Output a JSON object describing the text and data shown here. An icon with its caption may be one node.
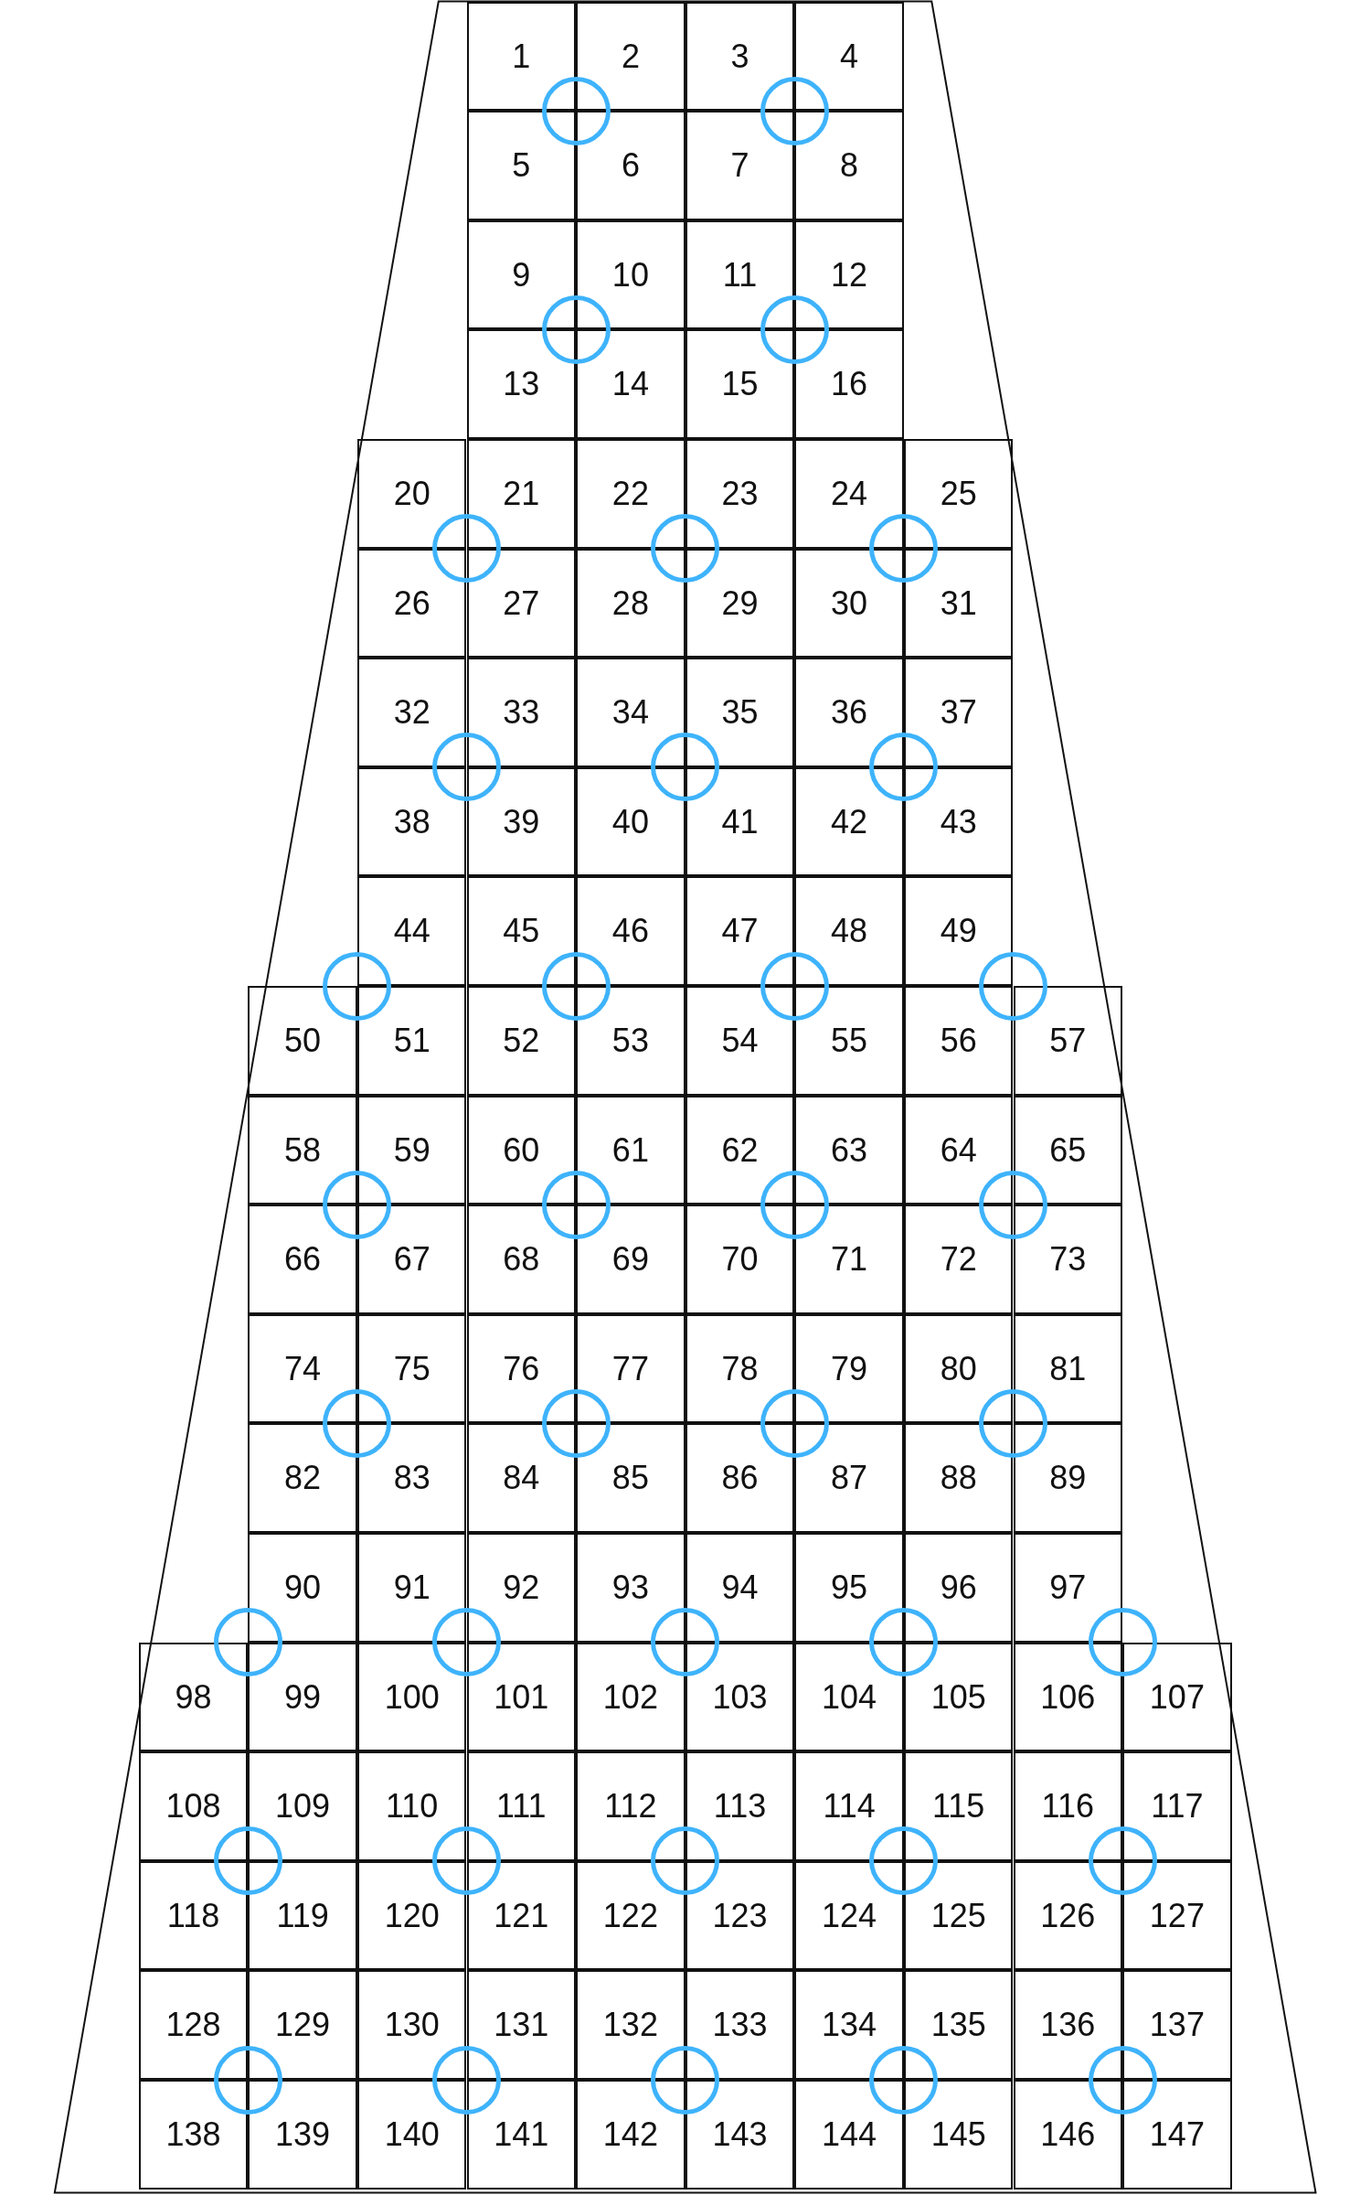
{
  "diagram": {
    "nodes": [
      {
        "text": [
          "1"
        ]
      },
      {
        "text": [
          "2"
        ]
      },
      {
        "text": [
          "3"
        ]
      },
      {
        "text": [
          "4"
        ]
      },
      {
        "text": [
          "5"
        ]
      },
      {
        "text": [
          "6"
        ]
      },
      {
        "text": [
          "7"
        ]
      },
      {
        "text": [
          "8"
        ]
      },
      {
        "text": [
          "9"
        ]
      },
      {
        "text": [
          "10"
        ]
      },
      {
        "text": [
          "11"
        ]
      },
      {
        "text": [
          "12"
        ]
      },
      {
        "text": [
          "13"
        ]
      },
      {
        "text": [
          "14"
        ]
      },
      {
        "text": [
          "15"
        ]
      },
      {
        "text": [
          "16"
        ]
      },
      {
        "text": [
          "20"
        ]
      },
      {
        "text": [
          "21"
        ]
      },
      {
        "text": [
          "22"
        ]
      },
      {
        "text": [
          "23"
        ]
      },
      {
        "text": [
          "24"
        ]
      },
      {
        "text": [
          "25"
        ]
      },
      {
        "text": [
          "26"
        ]
      },
      {
        "text": [
          "27"
        ]
      },
      {
        "text": [
          "28"
        ]
      },
      {
        "text": [
          "29"
        ]
      },
      {
        "text": [
          "30"
        ]
      },
      {
        "text": [
          "31"
        ]
      },
      {
        "text": [
          "32"
        ]
      },
      {
        "text": [
          "33"
        ]
      },
      {
        "text": [
          "34"
        ]
      },
      {
        "text": [
          "35"
        ]
      },
      {
        "text": [
          "36"
        ]
      },
      {
        "text": [
          "37"
        ]
      },
      {
        "text": [
          "38"
        ]
      },
      {
        "text": [
          "39"
        ]
      },
      {
        "text": [
          "40"
        ]
      },
      {
        "text": [
          "41"
        ]
      },
      {
        "text": [
          "42"
        ]
      },
      {
        "text": [
          "43"
        ]
      },
      {
        "text": [
          "44"
        ]
      },
      {
        "text": [
          "45"
        ]
      },
      {
        "text": [
          "46"
        ]
      },
      {
        "text": [
          "47"
        ]
      },
      {
        "text": [
          "48"
        ]
      },
      {
        "text": [
          "49"
        ]
      },
      {
        "text": [
          "50"
        ]
      },
      {
        "text": [
          "51"
        ]
      },
      {
        "text": [
          "52"
        ]
      },
      {
        "text": [
          "53"
        ]
      },
      {
        "text": [
          "54"
        ]
      },
      {
        "text": [
          "55"
        ]
      },
      {
        "text": [
          "56"
        ]
      },
      {
        "text": [
          "57"
        ]
      },
      {
        "text": [
          "58"
        ]
      },
      {
        "text": [
          "59"
        ]
      },
      {
        "text": [
          "60"
        ]
      },
      {
        "text": [
          "61"
        ]
      },
      {
        "text": [
          "62"
        ]
      },
      {
        "text": [
          "63"
        ]
      },
      {
        "text": [
          "64"
        ]
      },
      {
        "text": [
          "65"
        ]
      },
      {
        "text": [
          "66"
        ]
      },
      {
        "text": [
          "67"
        ]
      },
      {
        "text": [
          "68"
        ]
      },
      {
        "text": [
          "69"
        ]
      },
      {
        "text": [
          "70"
        ]
      },
      {
        "text": [
          "71"
        ]
      },
      {
        "text": [
          "72"
        ]
      },
      {
        "text": [
          "73"
        ]
      },
      {
        "text": [
          "74"
        ]
      },
      {
        "text": [
          "75"
        ]
      },
      {
        "text": [
          "76"
        ]
      },
      {
        "text": [
          "77"
        ]
      },
      {
        "text": [
          "78"
        ]
      },
      {
        "text": [
          "79"
        ]
      },
      {
        "text": [
          "80"
        ]
      },
      {
        "text": [
          "81"
        ]
      },
      {
        "text": [
          "82"
        ]
      },
      {
        "text": [
          "83"
        ]
      },
      {
        "text": [
          "84"
        ]
      },
      {
        "text": [
          "85"
        ]
      },
      {
        "text": [
          "86"
        ]
      },
      {
        "text": [
          "87"
        ]
      },
      {
        "text": [
          "88"
        ]
      },
      {
        "text": [
          "89"
        ]
      },
      {
        "text": [
          "90"
        ]
      },
      {
        "text": [
          "91"
        ]
      },
      {
        "text": [
          "92"
        ]
      },
      {
        "text": [
          "93"
        ]
      },
      {
        "text": [
          "94"
        ]
      },
      {
        "text": [
          "95"
        ]
      },
      {
        "text": [
          "96"
        ]
      },
      {
        "text": [
          "97"
        ]
      },
      {
        "text": [
          "98"
        ]
      },
      {
        "text": [
          "99"
        ]
      },
      {
        "text": [
          "100"
        ]
      },
      {
        "text": [
          "101"
        ]
      },
      {
        "text": [
          "102"
        ]
      },
      {
        "text": [
          "103"
        ]
      },
      {
        "text": [
          "104"
        ]
      },
      {
        "text": [
          "105"
        ]
      },
      {
        "text": [
          "106"
        ]
      },
      {
        "text": [
          "107"
        ]
      },
      {
        "text": [
          "108"
        ]
      },
      {
        "text": [
          "109"
        ]
      },
      {
        "text": [
          "110"
        ]
      },
      {
        "text": [
          "111"
        ]
      },
      {
        "text": [
          "112"
        ]
      },
      {
        "text": [
          "113"
        ]
      },
      {
        "text": [
          "114"
        ]
      },
      {
        "text": [
          "115"
        ]
      },
      {
        "text": [
          "116"
        ]
      },
      {
        "text": [
          "117"
        ]
      },
      {
        "text": [
          "118"
        ]
      },
      {
        "text": [
          "119"
        ]
      },
      {
        "text": [
          "120"
        ]
      },
      {
        "text": [
          "121"
        ]
      },
      {
        "text": [
          "122"
        ]
      },
      {
        "text": [
          "123"
        ]
      },
      {
        "text": [
          "124"
        ]
      },
      {
        "text": [
          "125"
        ]
      },
      {
        "text": [
          "126"
        ]
      },
      {
        "text": [
          "127"
        ]
      },
      {
        "text": [
          "128"
        ]
      },
      {
        "text": [
          "129"
        ]
      },
      {
        "text": [
          "130"
        ]
      },
      {
        "text": [
          "131"
        ]
      },
      {
        "text": [
          "132"
        ]
      },
      {
        "text": [
          "133"
        ]
      },
      {
        "text": [
          "134"
        ]
      },
      {
        "text": [
          "135"
        ]
      },
      {
        "text": [
          "136"
        ]
      },
      {
        "text": [
          "137"
        ]
      },
      {
        "text": [
          "138"
        ]
      },
      {
        "text": [
          "139"
        ]
      },
      {
        "text": [
          "140"
        ]
      },
      {
        "text": [
          "141"
        ]
      },
      {
        "text": [
          "142"
        ]
      },
      {
        "text": [
          "143"
        ]
      },
      {
        "text": [
          "144"
        ]
      },
      {
        "text": [
          "145"
        ]
      },
      {
        "text": [
          "146"
        ]
      },
      {
        "text": [
          "147"
        ]
      }
    ]
  }
}
